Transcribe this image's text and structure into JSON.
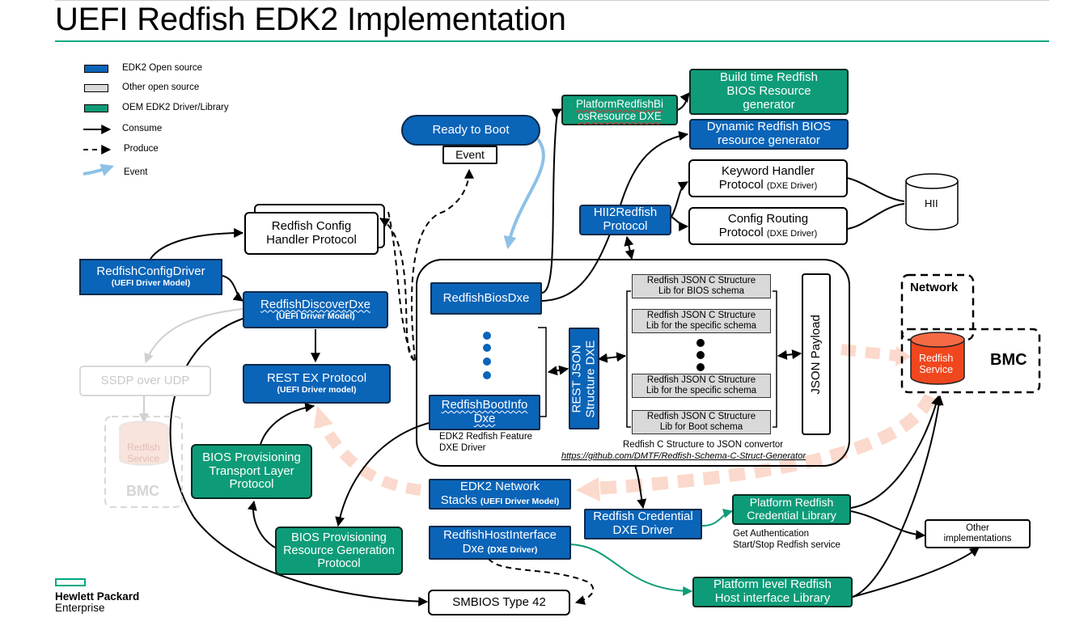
{
  "title": "UEFI Redfish EDK2 Implementation",
  "colors": {
    "edk2_blue": "#0a64b8",
    "oem_green": "#0e9c78",
    "other_grey": "#d9d9d9",
    "accent_rule": "#01a982",
    "redfish_service_red": "#f0471f",
    "event_blue": "#8ec1e6"
  },
  "legend": {
    "edk2": "EDK2 Open source",
    "other": "Other open source",
    "oem": "OEM EDK2 Driver/Library",
    "consume": "Consume",
    "produce": "Produce",
    "event": "Event"
  },
  "nodes": {
    "platform_bios_resource": "PlatformRedfishBiosResource DXE",
    "platform_bios_resource_l1": "PlatformRedfishBi",
    "platform_bios_resource_l2": "osResource DXE",
    "build_time_l1": "Build time Redfish",
    "build_time_l2": "BIOS Resource",
    "build_time_l3": "generator",
    "dynamic_l1": "Dynamic Redfish BIOS",
    "dynamic_l2": "resource generator",
    "keyword_l1": "Keyword Handler",
    "keyword_l2": "Protocol",
    "keyword_sub": "(DXE Driver)",
    "config_routing_l1": "Config Routing",
    "config_routing_l2": "Protocol",
    "config_routing_sub": "(DXE Driver)",
    "hii": "HII",
    "ready_to_boot": "Ready to Boot",
    "event": "Event",
    "hii2redfish_l1": "HII2Redfish",
    "hii2redfish_l2": "Protocol",
    "config_handler_l1": "Redfish Config",
    "config_handler_l2": "Handler Protocol",
    "config_driver": "RedfishConfigDriver",
    "config_driver_sub": "(UEFI Driver Model)",
    "discover_dxe": "RedfishDiscoverDxe",
    "discover_dxe_sub": "(UEFI Driver Model)",
    "ssdp": "SSDP over UDP",
    "rest_ex": "REST EX Protocol",
    "rest_ex_sub": "(UEFI Driver model)",
    "left_redfish_service_l1": "Redfish",
    "left_redfish_service_l2": "Service",
    "left_bmc": "BMC",
    "bios_transport_l1": "BIOS Provisioning",
    "bios_transport_l2": "Transport Layer",
    "bios_transport_l3": "Protocol",
    "bios_resource_l1": "BIOS Provisioning",
    "bios_resource_l2": "Resource Generation",
    "bios_resource_l3": "Protocol",
    "bios_dxe": "RedfishBiosDxe",
    "boot_info_l1": "RedfishBootInfo",
    "boot_info_l2": "Dxe",
    "feature_label_l1": "EDK2 Redfish Feature",
    "feature_label_l2": "DXE Driver",
    "rest_json_l1": "REST JSON",
    "rest_json_l2": "Structure DXE",
    "lib_bios_l1": "Redfish JSON C Structure",
    "lib_bios_l2": "Lib for BIOS schema",
    "lib_spec1_l1": "Redfish JSON C Structure",
    "lib_spec1_l2": "Lib for the specific schema",
    "lib_spec2_l1": "Redfish JSON C Structure",
    "lib_spec2_l2": "Lib for the specific schema",
    "lib_boot_l1": "Redfish JSON C Structure",
    "lib_boot_l2": "Lib for Boot schema",
    "json_payload": "JSON Payload",
    "convertor_l1": "Redfish C Structure to JSON convertor",
    "convertor_l2": "https://github.com/DMTF/Redfish-Schema-C-Struct-Generator",
    "network": "Network",
    "redfish_service_l1": "Redfish",
    "redfish_service_l2": "Service",
    "bmc": "BMC",
    "edk2_network_l1": "EDK2 Network",
    "edk2_network_l2": "Stacks",
    "edk2_network_sub": "(UEFI Driver Model)",
    "credential_dxe_l1": "Redfish Credential",
    "credential_dxe_l2": "DXE Driver",
    "platform_credential_l1": "Platform Redfish",
    "platform_credential_l2": "Credential Library",
    "get_auth_l1": "Get Authentication",
    "get_auth_l2": "Start/Stop Redfish service",
    "other_impl_l1": "Other",
    "other_impl_l2": "implementations",
    "host_interface_l1": "RedfishHostInterface",
    "host_interface_l2": "Dxe",
    "host_interface_sub": "(DXE Driver)",
    "platform_host_l1": "Platform level Redfish",
    "platform_host_l2": "Host interface Library",
    "smbios": "SMBIOS Type 42"
  },
  "logo": {
    "line1": "Hewlett Packard",
    "line2": "Enterprise"
  }
}
